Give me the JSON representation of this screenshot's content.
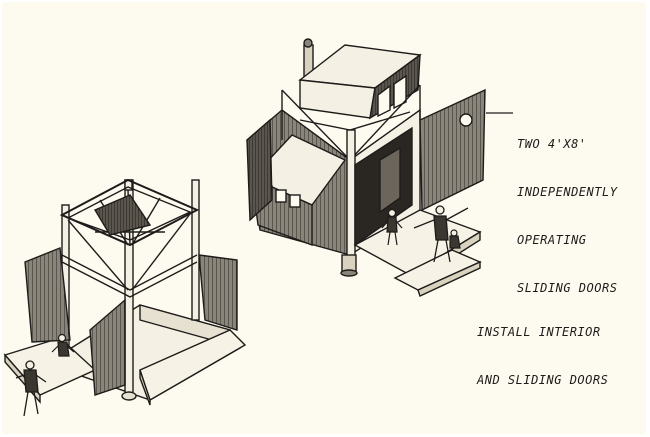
{
  "image": {
    "paper_color": "#fdfbf0",
    "ink_color": "#1e1c1a",
    "wall_fill": "#6b655c"
  },
  "annotations": {
    "doors": {
      "line1": "TWO 4'X8'",
      "line2": "INDEPENDENTLY",
      "line3": "OPERATING",
      "line4": "SLIDING DOORS"
    },
    "install": {
      "line1": "INSTALL INTERIOR",
      "line2": "AND SLIDING DOORS"
    }
  }
}
